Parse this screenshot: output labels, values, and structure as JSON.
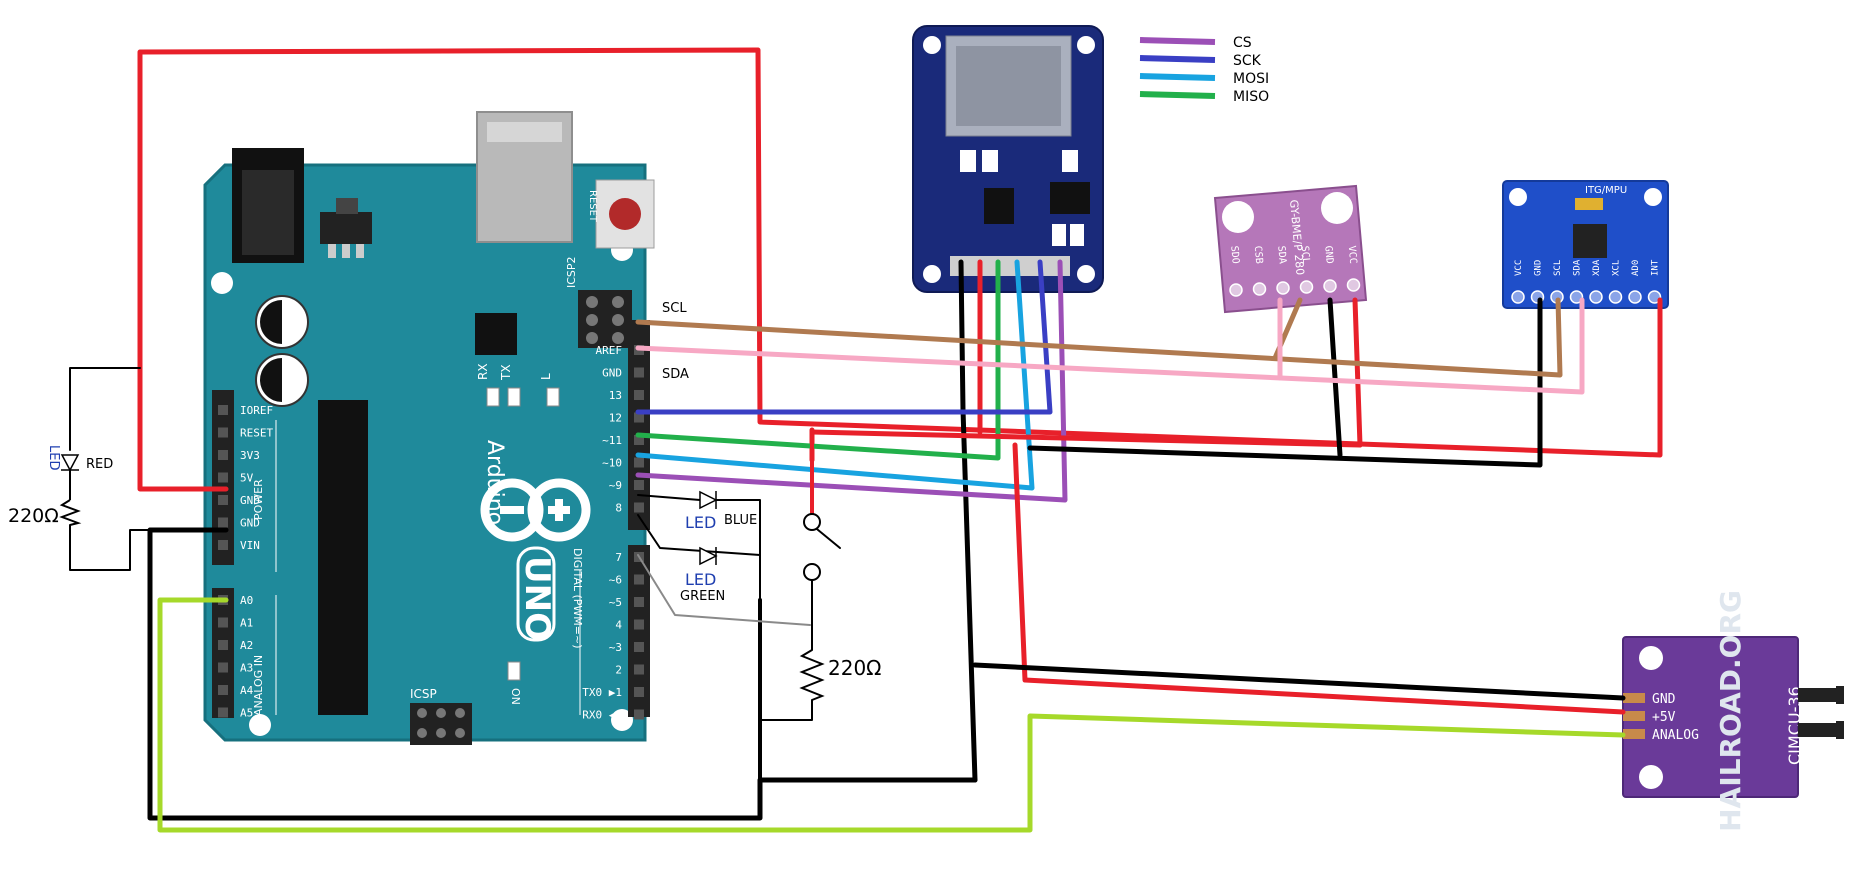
{
  "arduino": {
    "brand": "Arduino",
    "model": "UNO",
    "reset_label": "RESET",
    "icsp2_label": "ICSP2",
    "icsp_label": "ICSP",
    "tx_label": "TX",
    "rx_label": "RX",
    "l_label": "L",
    "on_label": "ON",
    "digital_label": "DIGITAL (PWM=~)",
    "power_label": "POWER",
    "analog_label": "ANALOG IN",
    "power_pins": [
      "IOREF",
      "RESET",
      "3V3",
      "5V",
      "GND",
      "GND",
      "VIN"
    ],
    "analog_pins": [
      "A0",
      "A1",
      "A2",
      "A3",
      "A4",
      "A5"
    ],
    "digital_pins_top": [
      "AREF",
      "GND",
      "13",
      "12",
      "~11",
      "~10",
      "~9",
      "8"
    ],
    "digital_pins_bottom": [
      "7",
      "~6",
      "~5",
      "4",
      "~3",
      "2",
      "TX0 ▶1",
      "RX0 ◀0"
    ]
  },
  "labels": {
    "scl": "SCL",
    "sda": "SDA",
    "led_word": "LED",
    "red": "RED",
    "blue": "BLUE",
    "green": "GREEN",
    "res_left": "220Ω",
    "res_right": "220Ω"
  },
  "legend": [
    {
      "label": "CS",
      "color": "#9b4fb6"
    },
    {
      "label": "SCK",
      "color": "#3a3fc4"
    },
    {
      "label": "MOSI",
      "color": "#18a3e0"
    },
    {
      "label": "MISO",
      "color": "#22b04b"
    }
  ],
  "bme280": {
    "title": "GY-BME/P 280",
    "pins": [
      "SDO",
      "CSB",
      "SDA",
      "SCL",
      "GND",
      "VCC"
    ]
  },
  "mpu": {
    "title": "ITG/MPU",
    "pins": [
      "VCC",
      "GND",
      "SCL",
      "SDA",
      "XDA",
      "XCL",
      "AD0",
      "INT"
    ]
  },
  "pressure": {
    "title": "CJMCU-36",
    "pins": [
      "GND",
      "+5V",
      "ANALOG"
    ]
  },
  "watermark": "HAILROAD.ORG",
  "colors": {
    "arduino_board": "#1f8a9b",
    "sd_board": "#1a2a7a",
    "bme_board": "#b577b9",
    "mpu_board": "#1f4fc9",
    "pressure_board": "#6a3a99",
    "red_wire": "#e8202a",
    "black_wire": "#000000",
    "brown_wire": "#b07a50",
    "pink_wire": "#f7a8c4",
    "lime_wire": "#a6d92a",
    "gray_wire": "#8a8a8a"
  }
}
